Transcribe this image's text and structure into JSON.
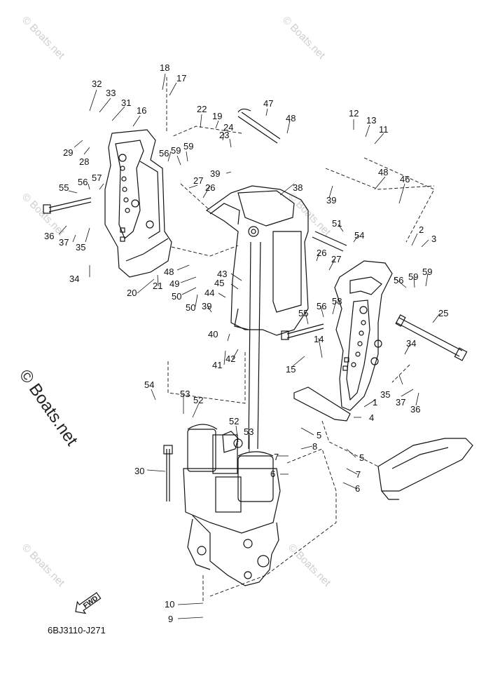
{
  "watermark": "© Boats.net",
  "diagram_code": "6BJ3110-J271",
  "forward_label": "FWD",
  "callouts": [
    "1",
    "2",
    "3",
    "4",
    "5",
    "6",
    "7",
    "8",
    "9",
    "10",
    "11",
    "12",
    "13",
    "14",
    "15",
    "16",
    "17",
    "18",
    "19",
    "20",
    "21",
    "22",
    "23",
    "24",
    "25",
    "26",
    "27",
    "28",
    "29",
    "30",
    "31",
    "32",
    "33",
    "34",
    "35",
    "36",
    "37",
    "38",
    "39",
    "40",
    "41",
    "42",
    "43",
    "44",
    "45",
    "46",
    "47",
    "48",
    "49",
    "50",
    "51",
    "52",
    "53",
    "54",
    "55",
    "56",
    "57",
    "58",
    "59"
  ]
}
